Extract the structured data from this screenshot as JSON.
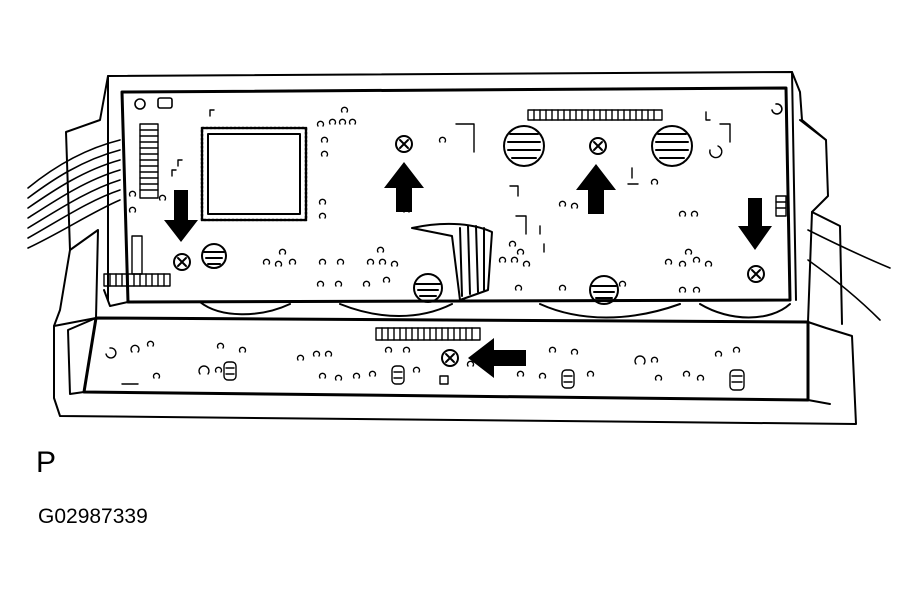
{
  "view_letter": "P",
  "figure_code": "G02987339",
  "arrows": [
    {
      "id": "arrow-down-left-screw",
      "direction": "down"
    },
    {
      "id": "arrow-up-center-left-screw",
      "direction": "up"
    },
    {
      "id": "arrow-up-center-right-screw",
      "direction": "up"
    },
    {
      "id": "arrow-down-right-screw",
      "direction": "down"
    },
    {
      "id": "arrow-left-lower-screw",
      "direction": "left"
    }
  ],
  "colors": {
    "line": "#000000",
    "background": "#ffffff"
  }
}
